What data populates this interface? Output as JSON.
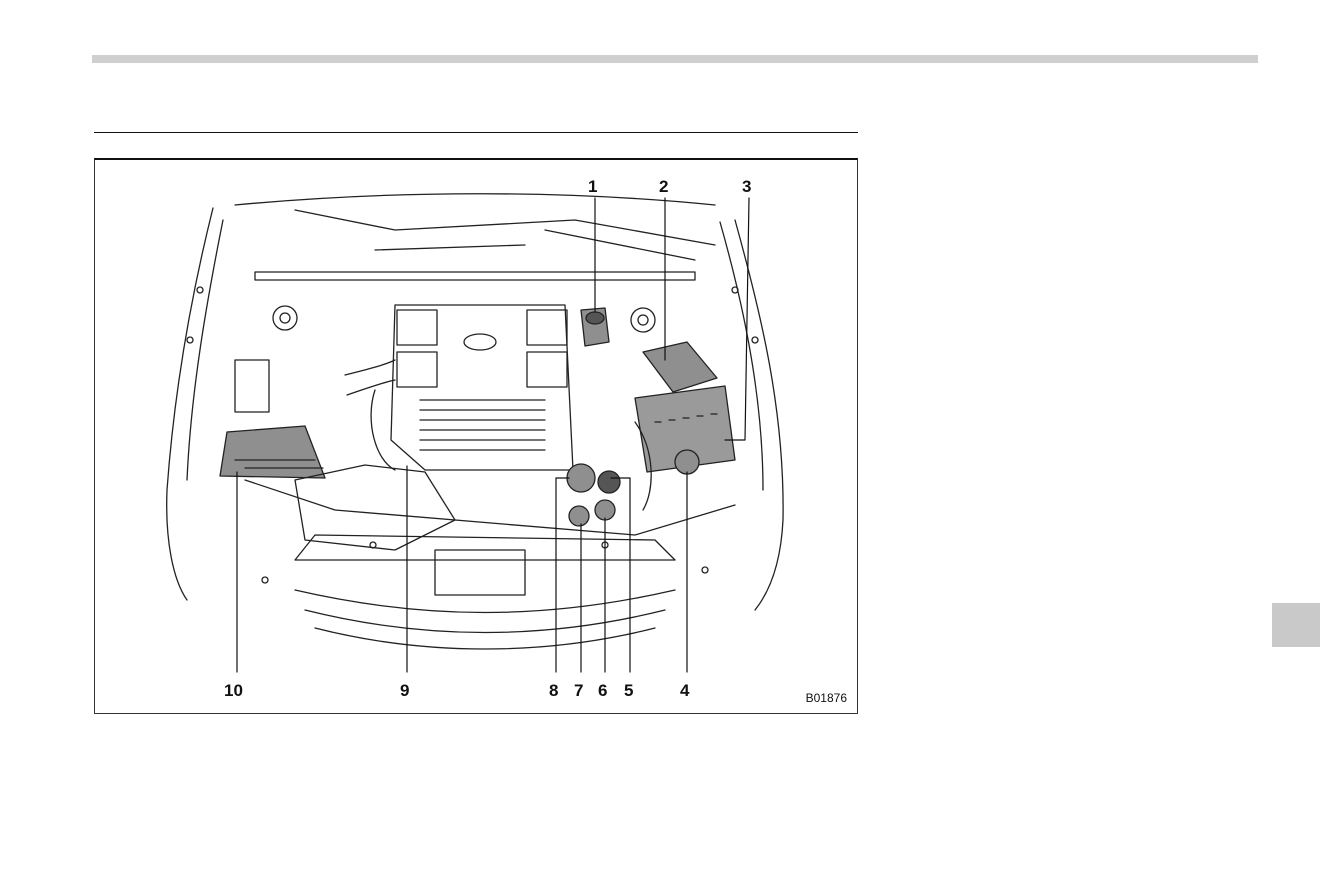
{
  "figure": {
    "code": "B01876",
    "callouts": {
      "c1": "1",
      "c2": "2",
      "c3": "3",
      "c4": "4",
      "c5": "5",
      "c6": "6",
      "c7": "7",
      "c8": "8",
      "c9": "9",
      "c10": "10"
    }
  },
  "colors": {
    "line": "#222222",
    "shade": "#8f8f8f",
    "rule": "#cfcfcf",
    "tab": "#c9c9c9"
  }
}
